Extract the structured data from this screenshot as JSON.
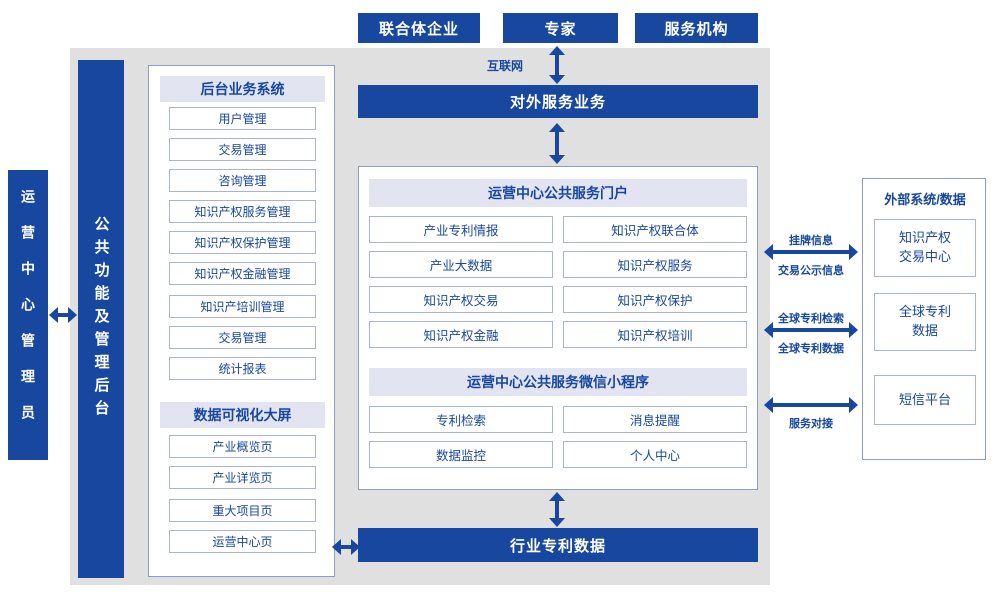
{
  "colors": {
    "primary": "#17479E",
    "header_bg": "#E3E4F2",
    "canvas_bg": "#E0E0E0",
    "panel_border": "#8F9CC9",
    "item_border": "#A9B2D8"
  },
  "top_actors": [
    {
      "label": "联合体企业"
    },
    {
      "label": "专家"
    },
    {
      "label": "服务机构"
    }
  ],
  "internet_label": "互联网",
  "external_service_bar": "对外服务业务",
  "admin_box": "运营中心管理员",
  "backend_bar": "公共功能及管理后台",
  "left_panel": {
    "backend_system": {
      "title": "后台业务系统",
      "items": [
        "用户管理",
        "交易管理",
        "咨询管理",
        "知识产权服务管理",
        "知识产权保护管理",
        "知识产权金融管理",
        "知识产培训管理",
        "交易管理",
        "统计报表"
      ]
    },
    "dashboard": {
      "title": "数据可视化大屏",
      "items": [
        "产业概览页",
        "产业详览页",
        "重大项目页",
        "运营中心页"
      ]
    }
  },
  "center_panel": {
    "portal": {
      "title": "运营中心公共服务门户",
      "items": [
        "产业专利情报",
        "知识产权联合体",
        "产业大数据",
        "知识产权服务",
        "知识产权交易",
        "知识产权保护",
        "知识产权金融",
        "知识产权培训"
      ]
    },
    "miniprogram": {
      "title": "运营中心公共服务微信小程序",
      "items": [
        "专利检索",
        "消息提醒",
        "数据监控",
        "个人中心"
      ]
    }
  },
  "industry_patent_bar": "行业专利数据",
  "right_panel": {
    "title": "外部系统/数据",
    "items": [
      {
        "lines": [
          "知识产权",
          "交易中心"
        ]
      },
      {
        "lines": [
          "全球专利",
          "数据"
        ]
      },
      {
        "lines": [
          "短信平台"
        ]
      }
    ]
  },
  "link_labels": {
    "listing_top": "挂牌信息",
    "listing_bottom": "交易公示信息",
    "patent_search_top": "全球专利检索",
    "patent_data_bottom": "全球专利数据",
    "service_link": "服务对接"
  }
}
